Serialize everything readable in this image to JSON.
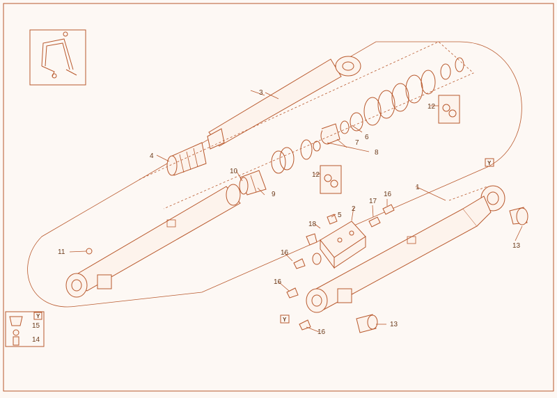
{
  "colors": {
    "line": "#b8582c",
    "text": "#6b3a1a",
    "background": "#fdf8f4",
    "fill": "#fdf3ec"
  },
  "callouts": {
    "c1": "1",
    "c2": "2",
    "c3": "3",
    "c4": "4",
    "c5": "5",
    "c6": "6",
    "c7": "7",
    "c8": "8",
    "c9": "9",
    "c10": "10",
    "c11": "11",
    "c12a": "12",
    "c12b": "12",
    "c13a": "13",
    "c13b": "13",
    "c14": "14",
    "c15": "15",
    "c16a": "16",
    "c16b": "16",
    "c16c": "16",
    "c16d": "16",
    "c17": "17",
    "c18": "18"
  },
  "boxed_markers": {
    "y_top": "Y",
    "y_bottom": "Y",
    "y_legend": "Y"
  }
}
